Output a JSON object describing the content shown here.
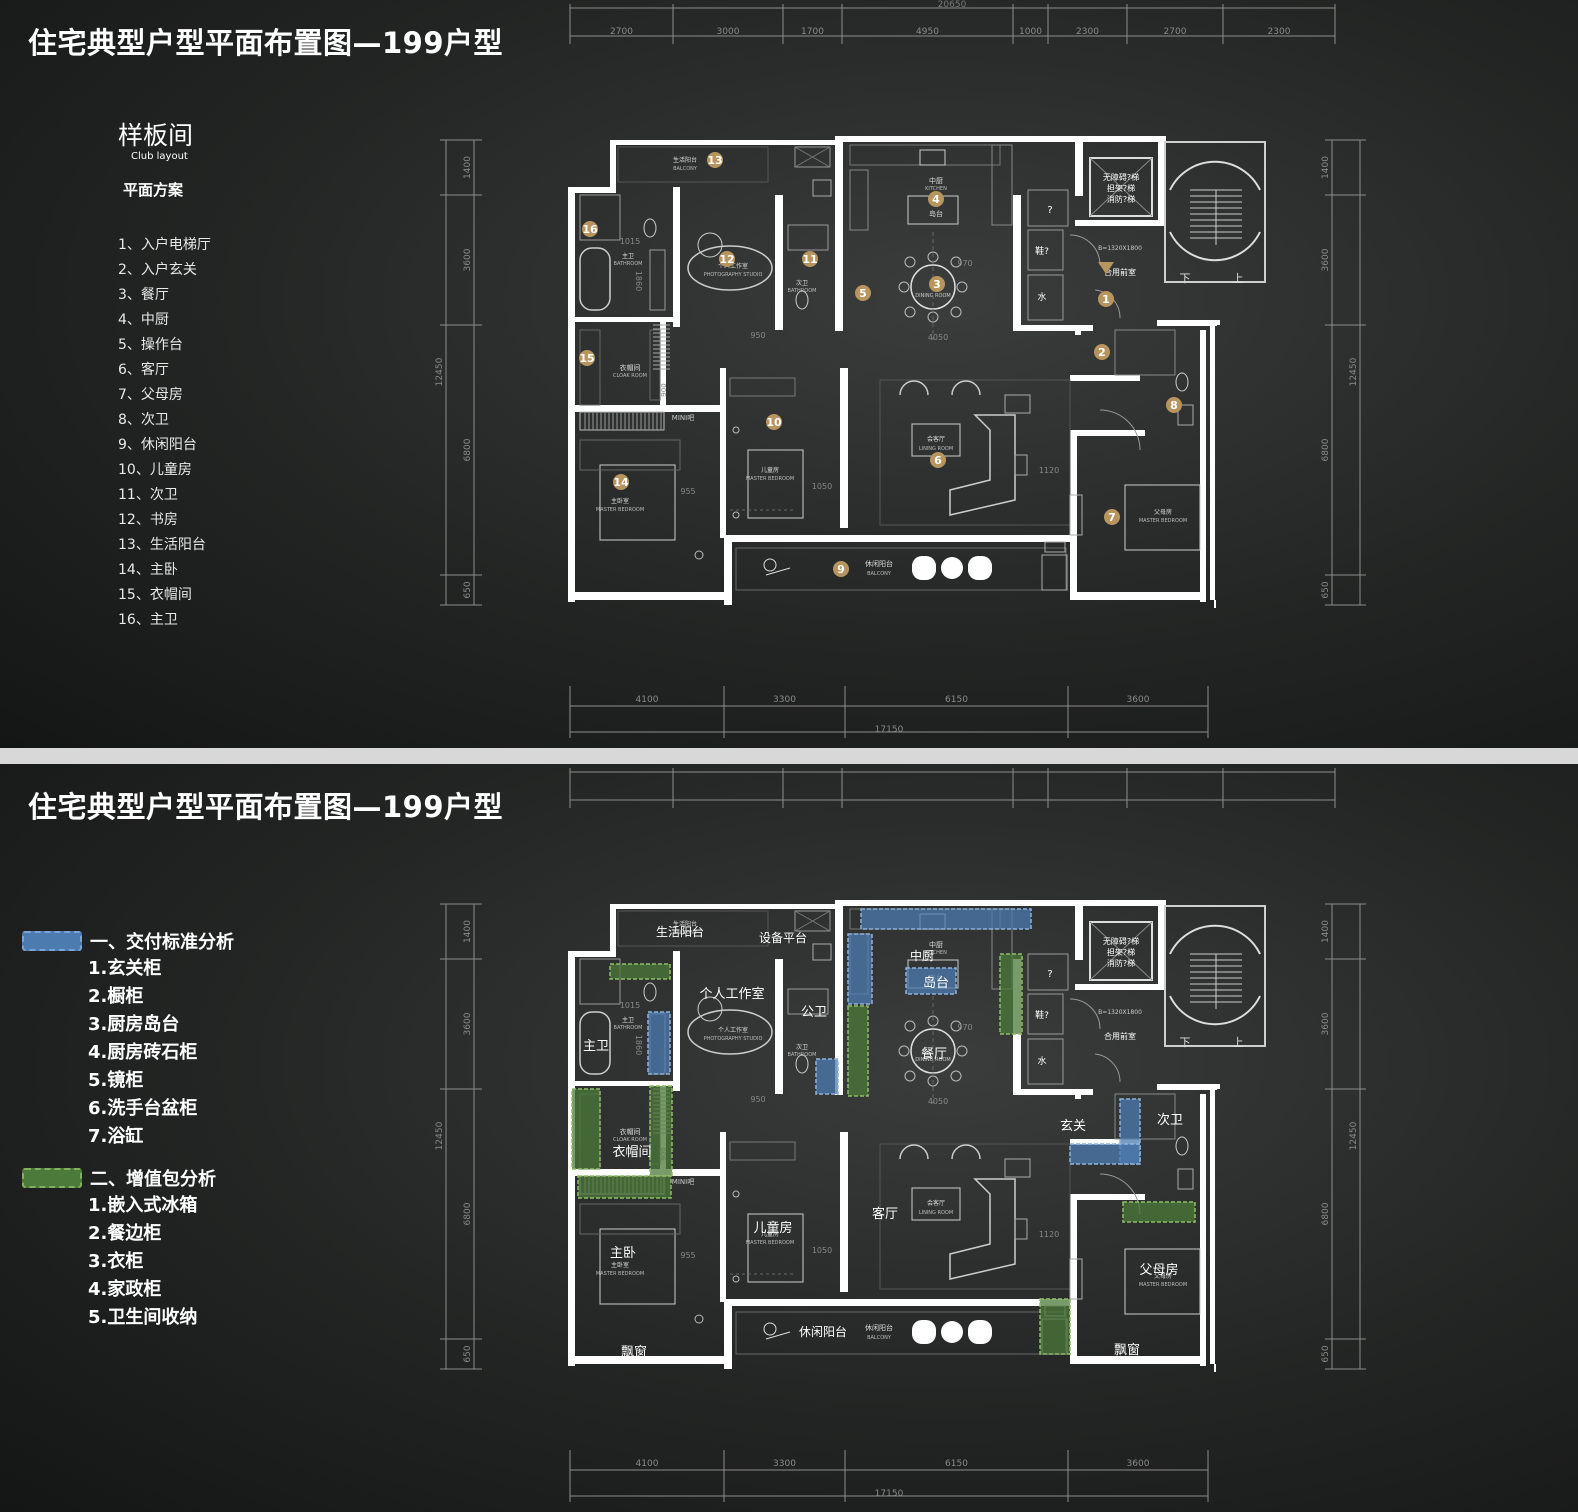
{
  "slide1": {
    "title": "住宅典型户型平面布置图—199户型",
    "heading_cn": "样板间",
    "heading_en": "Club layout",
    "heading_sub": "平面方案",
    "rooms": [
      "1、入户电梯厅",
      "2、入户玄关",
      "3、餐厅",
      "4、中厨",
      "5、操作台",
      "6、客厅",
      "7、父母房",
      "8、次卫",
      "9、休闲阳台",
      "10、儿童房",
      "11、次卫",
      "12、书房",
      "13、生活阳台",
      "14、主卧",
      "15、衣帽间",
      "16、主卫"
    ]
  },
  "slide2": {
    "title": "住宅典型户型平面布置图—199户型",
    "legend_blue_title": "一、交付标准分析",
    "legend_blue_items": [
      "1.玄关柜",
      "2.橱柜",
      "3.厨房岛台",
      "4.厨房砖石柜",
      "5.镜柜",
      "6.洗手台盆柜",
      "7.浴缸"
    ],
    "legend_green_title": "二、增值包分析",
    "legend_green_items": [
      "1.嵌入式冰箱",
      "2.餐边柜",
      "3.衣柜",
      "4.家政柜",
      "5.卫生间收纳"
    ],
    "colors": {
      "blue": "#4c7bb0",
      "green": "#4c7a3a"
    }
  },
  "plan": {
    "dims_top": [
      "2700",
      "3000",
      "1700",
      "4950",
      "1000",
      "2300",
      "2700",
      "2300"
    ],
    "dim_total_top": "20650",
    "dims_bottom": [
      "4100",
      "3300",
      "6150",
      "3600"
    ],
    "dim_total_bottom": "17150",
    "dims_left": [
      "1400",
      "3600",
      "6800",
      "650"
    ],
    "dim_left_total": "12450",
    "dims_right": [
      "1400",
      "3600",
      "6800",
      "650"
    ],
    "dim_right_total": "12450",
    "inner_dims": [
      "1015",
      "1860",
      "950",
      "970",
      "4050",
      "955",
      "1050",
      "1120",
      "900"
    ],
    "labels": {
      "balcony_life": "生活阳台",
      "balcony_life_en": "BALCONY",
      "kitchen": "中厨",
      "kitchen_en": "KITCHEN",
      "island": "岛台",
      "studio": "个人工作室",
      "studio_en": "PHOTOGRAPHY STUDIO",
      "master_bath": "主卫",
      "master_bath_en": "BATHROOM",
      "bath2": "次卫",
      "bath2_en": "BATHROOM",
      "dining_en": "DINING ROOM",
      "elevator": "无障碍?梯",
      "elevator2": "担架?梯",
      "elevator3": "消防?梯",
      "q": "?",
      "q2": "?",
      "qa": "鞋?",
      "water": "水",
      "lobby": "合用前室",
      "lobby_dim": "B=1320X1800",
      "stair_down": "下",
      "stair_up": "上",
      "cloak": "衣帽间",
      "cloak_en": "CLOAK ROOM",
      "mini": "MINI吧",
      "kids": "儿童房",
      "kids_en": "MASTER BEDROOM",
      "living": "会客厅",
      "living_en": "LINING ROOM",
      "master": "主卧室",
      "master_en": "MASTER BEDROOM",
      "parents": "父母房",
      "parents_en": "MASTER BEDROOM",
      "leisure_balcony": "休闲阳台",
      "leisure_en": "BALCONY"
    },
    "overlay_labels": {
      "life_balcony": "生活阳台",
      "equip": "设备平台",
      "studio": "个人工作室",
      "gongwei": "公卫",
      "zhongchu": "中厨",
      "island": "岛台",
      "zhuwei": "主卫",
      "dining": "餐厅",
      "xuanguan": "玄关",
      "ciwei": "次卫",
      "cloak": "衣帽间",
      "kids": "儿童房",
      "living": "客厅",
      "master": "主卧",
      "parents": "父母房",
      "leisure": "休闲阳台",
      "bay_left": "飘窗",
      "bay_right": "飘窗"
    }
  }
}
